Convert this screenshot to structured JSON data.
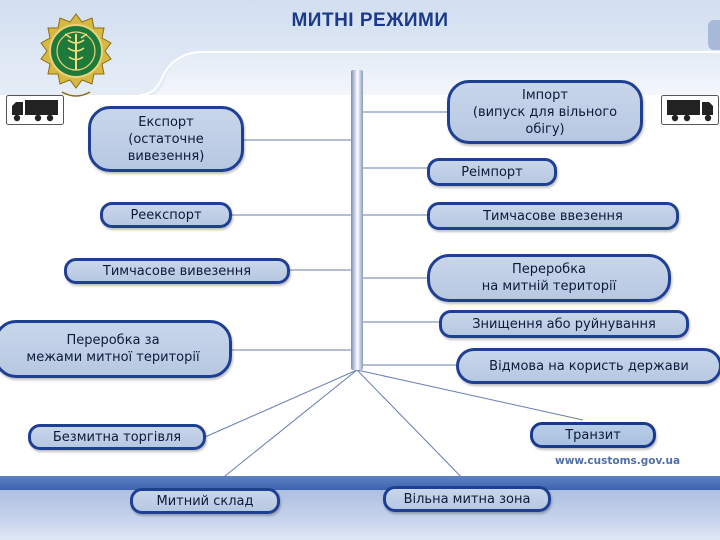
{
  "title": "МИТНІ РЕЖИМИ",
  "website": "www.customs.gov.ua",
  "left_boxes": {
    "export": "Експорт\n(остаточне\nвивезення)",
    "reexport": "Реекспорт",
    "temp_export": "Тимчасове вивезення",
    "processing_outside": "Переробка за\nмежами митної території",
    "duty_free": "Безмитна торгівля"
  },
  "right_boxes": {
    "import": "Імпорт\n(випуск для вільного\nобігу)",
    "reimport": "Реімпорт",
    "temp_import": "Тимчасове ввезення",
    "processing_inside": "Переробка\nна митній території",
    "destruction": "Знищення або руйнування",
    "abandonment": "Відмова на користь держави",
    "transit": "Транзит"
  },
  "bottom_boxes": {
    "customs_warehouse": "Митний склад",
    "free_zone": "Вільна митна зона"
  },
  "colors": {
    "title": "#1c3a8c",
    "box_border": "#1f3f94",
    "box_fill": "#c8d6ea",
    "connector": "#6a7db3"
  },
  "icons": [
    "customs-emblem-icon",
    "truck-icon"
  ]
}
